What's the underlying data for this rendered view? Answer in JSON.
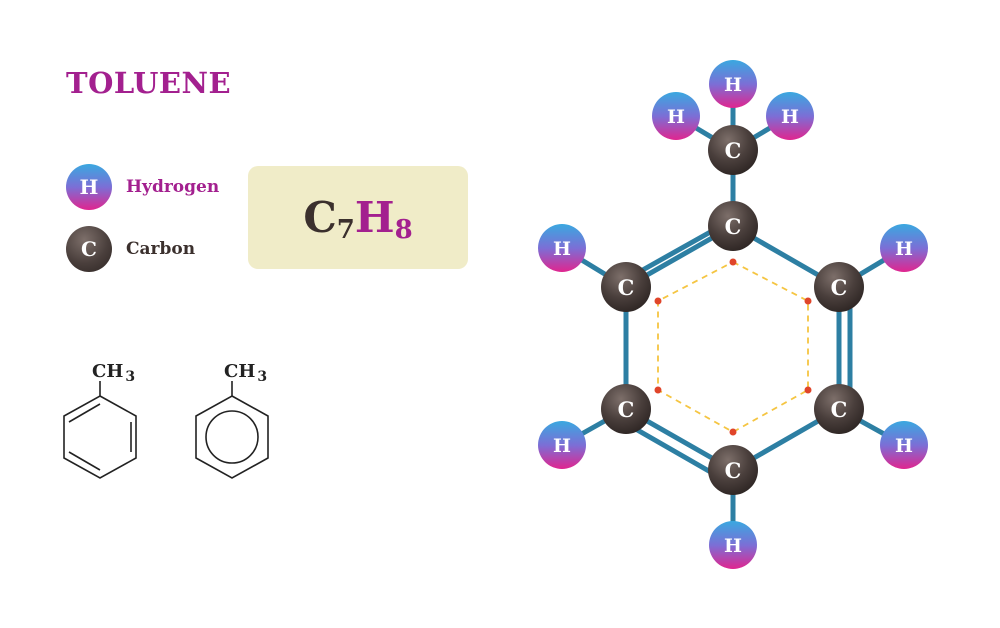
{
  "title": "TOLUENE",
  "legend": {
    "hydrogen": {
      "symbol": "H",
      "label": "Hydrogen"
    },
    "carbon": {
      "symbol": "C",
      "label": "Carbon"
    }
  },
  "formula": {
    "c": "C",
    "c_count": "7",
    "h": "H",
    "h_count": "8"
  },
  "skeletal": {
    "group_1": "CH",
    "sub_1": "3",
    "group_2": "CH",
    "sub_2": "3"
  },
  "atom_symbols": {
    "carbon": "C",
    "hydrogen": "H"
  },
  "colors": {
    "accent": "#a3208f",
    "bond": "#2d7fa3",
    "aromatic_ring": "#f5c542",
    "aromatic_dot": "#e0452a",
    "formula_box": "#f0ecc8",
    "carbon_dark": "#3b302d"
  }
}
